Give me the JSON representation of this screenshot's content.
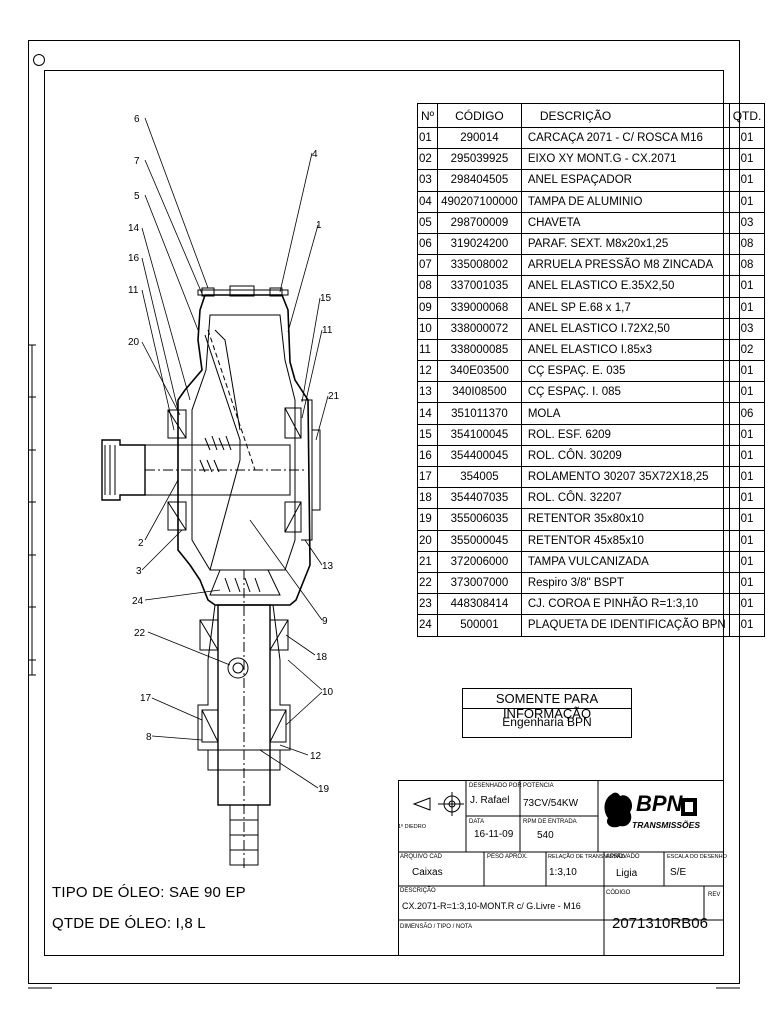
{
  "bom": {
    "headers": {
      "num": "Nº",
      "code": "CÓDIGO",
      "desc": "DESCRIÇÃO",
      "qty": "QTD."
    },
    "rows": [
      {
        "n": "01",
        "code": "290014",
        "desc": "CARCAÇA 2071 - C/ ROSCA M16",
        "qty": "01"
      },
      {
        "n": "02",
        "code": "295039925",
        "desc": "EIXO XY MONT.G - CX.2071",
        "qty": "01"
      },
      {
        "n": "03",
        "code": "298404505",
        "desc": "ANEL ESPAÇADOR",
        "qty": "01"
      },
      {
        "n": "04",
        "code": "490207100000",
        "desc": "TAMPA DE ALUMINIO",
        "qty": "01"
      },
      {
        "n": "05",
        "code": "298700009",
        "desc": "CHAVETA",
        "qty": "03"
      },
      {
        "n": "06",
        "code": "319024200",
        "desc": "PARAF. SEXT. M8x20x1,25",
        "qty": "08"
      },
      {
        "n": "07",
        "code": "335008002",
        "desc": "ARRUELA PRESSÃO M8 ZINCADA",
        "qty": "08"
      },
      {
        "n": "08",
        "code": "337001035",
        "desc": "ANEL ELASTICO E.35X2,50",
        "qty": "01"
      },
      {
        "n": "09",
        "code": "339000068",
        "desc": "ANEL SP E.68 x 1,7",
        "qty": "01"
      },
      {
        "n": "10",
        "code": "338000072",
        "desc": "ANEL ELASTICO I.72X2,50",
        "qty": "03"
      },
      {
        "n": "11",
        "code": "338000085",
        "desc": "ANEL ELASTICO I.85x3",
        "qty": "02"
      },
      {
        "n": "12",
        "code": "340E03500",
        "desc": "CÇ ESPAÇ. E. 035",
        "qty": "01"
      },
      {
        "n": "13",
        "code": "340I08500",
        "desc": "CÇ ESPAÇ. I. 085",
        "qty": "01"
      },
      {
        "n": "14",
        "code": "351011370",
        "desc": "MOLA",
        "qty": "06"
      },
      {
        "n": "15",
        "code": "354100045",
        "desc": "ROL. ESF. 6209",
        "qty": "01"
      },
      {
        "n": "16",
        "code": "354400045",
        "desc": "ROL. CÔN. 30209",
        "qty": "01"
      },
      {
        "n": "17",
        "code": "354005",
        "desc": "ROLAMENTO 30207 35X72X18,25",
        "qty": "01"
      },
      {
        "n": "18",
        "code": "354407035",
        "desc": "ROL. CÔN. 32207",
        "qty": "01"
      },
      {
        "n": "19",
        "code": "355006035",
        "desc": "RETENTOR 35x80x10",
        "qty": "01"
      },
      {
        "n": "20",
        "code": "355000045",
        "desc": "RETENTOR 45x85x10",
        "qty": "01"
      },
      {
        "n": "21",
        "code": "372006000",
        "desc": "TAMPA VULCANIZADA",
        "qty": "01"
      },
      {
        "n": "22",
        "code": "373007000",
        "desc": "Respiro 3/8\" BSPT",
        "qty": "01"
      },
      {
        "n": "23",
        "code": "448308414",
        "desc": "CJ. COROA E PINHÃO R=1:3,10",
        "qty": "01"
      },
      {
        "n": "24",
        "code": "500001",
        "desc": "PLAQUETA DE IDENTIFICAÇÃO BPN",
        "qty": "01"
      }
    ]
  },
  "info_box": {
    "line1": "SOMENTE PARA INFORMAÇÃO",
    "line2": "Engenharia BPN"
  },
  "oil": {
    "type": "TIPO DE ÓLEO: SAE 90 EP",
    "qty": "QTDE DE ÓLEO: I,8 L"
  },
  "title_block": {
    "projection": "1º DIEDRO",
    "drawn_by_label": "DESENHADO POR",
    "drawn_by": "J. Rafael",
    "power_label": "POTENCIA",
    "power": "73CV/54KW",
    "date_label": "DATA",
    "date": "16-11-09",
    "rpm_label": "RPM DE ENTRADA",
    "rpm": "540",
    "logo_text": "BPN",
    "logo_sub": "TRANSMISSÕES",
    "cad_file_label": "ARQUIVO CAD",
    "cad_file": "Caixas",
    "weight_label": "PESO APROX.",
    "ratio_label": "RELAÇÃO DE TRANSMISSÃO",
    "ratio": "1:3,10",
    "approved_label": "APROVADO",
    "approved": "Ligia",
    "scale_label": "ESCALA DO DESENHO",
    "scale": "S/E",
    "desc_label": "DESCRIÇÃO",
    "description": "CX.2071-R=1:3,10-MONT.R c/ G.Livre - M16",
    "code_label": "CÓDIGO",
    "code": "2071310RB06",
    "rev_label": "REV",
    "dim_label": "DIMENSÃO / TIPO / NOTA"
  },
  "balloons": [
    "6",
    "7",
    "5",
    "14",
    "16",
    "11",
    "20",
    "4",
    "1",
    "15",
    "11",
    "21",
    "2",
    "3",
    "24",
    "22",
    "17",
    "8",
    "13",
    "9",
    "18",
    "10",
    "12",
    "19"
  ]
}
